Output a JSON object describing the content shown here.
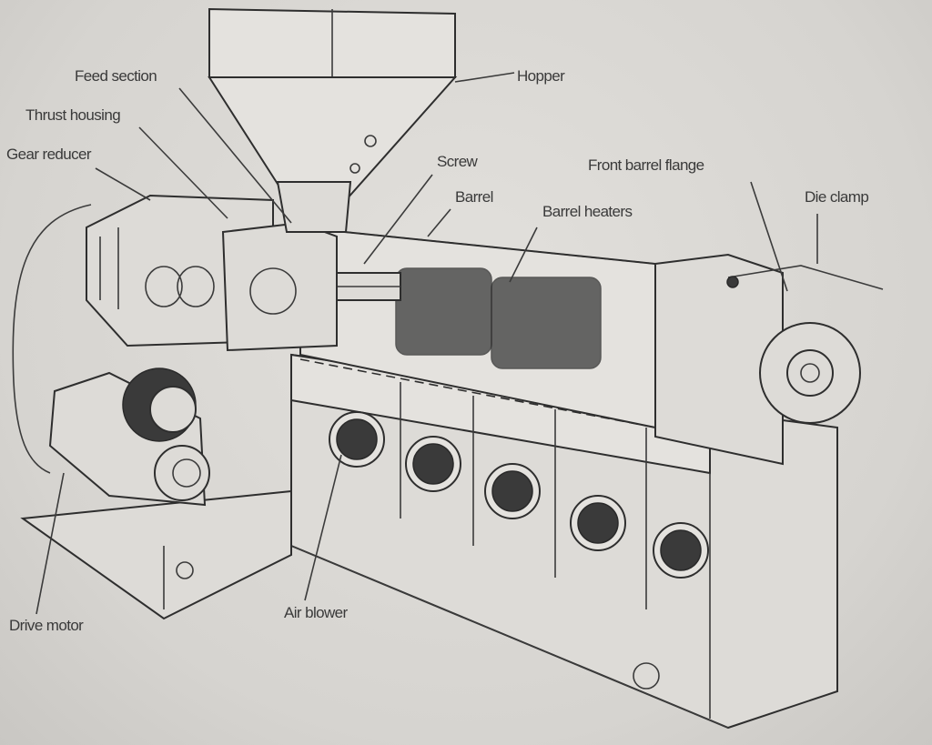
{
  "diagram": {
    "title": "Single-screw extruder",
    "labels": {
      "hopper": "Hopper",
      "feed_section": "Feed section",
      "thrust_housing": "Thrust housing",
      "gear_reducer": "Gear reducer",
      "screw": "Screw",
      "barrel": "Barrel",
      "barrel_heaters": "Barrel heaters",
      "front_barrel_flange": "Front barrel flange",
      "die_clamp": "Die clamp",
      "drive_motor": "Drive motor",
      "air_blower": "Air blower"
    },
    "blower_count": 5
  }
}
